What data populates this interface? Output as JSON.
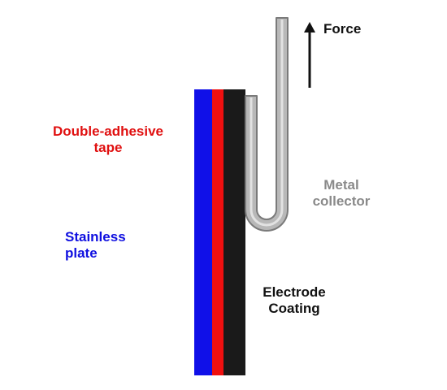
{
  "labels": {
    "force": "Force",
    "tape_line1": "Double-adhesive",
    "tape_line2": "tape",
    "plate_line1": "Stainless",
    "plate_line2": "plate",
    "collector_line1": "Metal",
    "collector_line2": "collector",
    "coating_line1": "Electrode",
    "coating_line2": "Coating"
  },
  "colors": {
    "stainless_plate": "#1010e8",
    "adhesive_tape": "#f01010",
    "electrode_coating": "#1a1a1a",
    "metal_collector_fill": "#b8b8b8",
    "metal_collector_stroke": "#7a7a7a",
    "tape_label": "#e01010",
    "plate_label": "#1010e0",
    "collector_label": "#8a8a8a",
    "dark_label": "#111111"
  },
  "icons": {
    "force_arrow": "arrow-up-icon"
  }
}
